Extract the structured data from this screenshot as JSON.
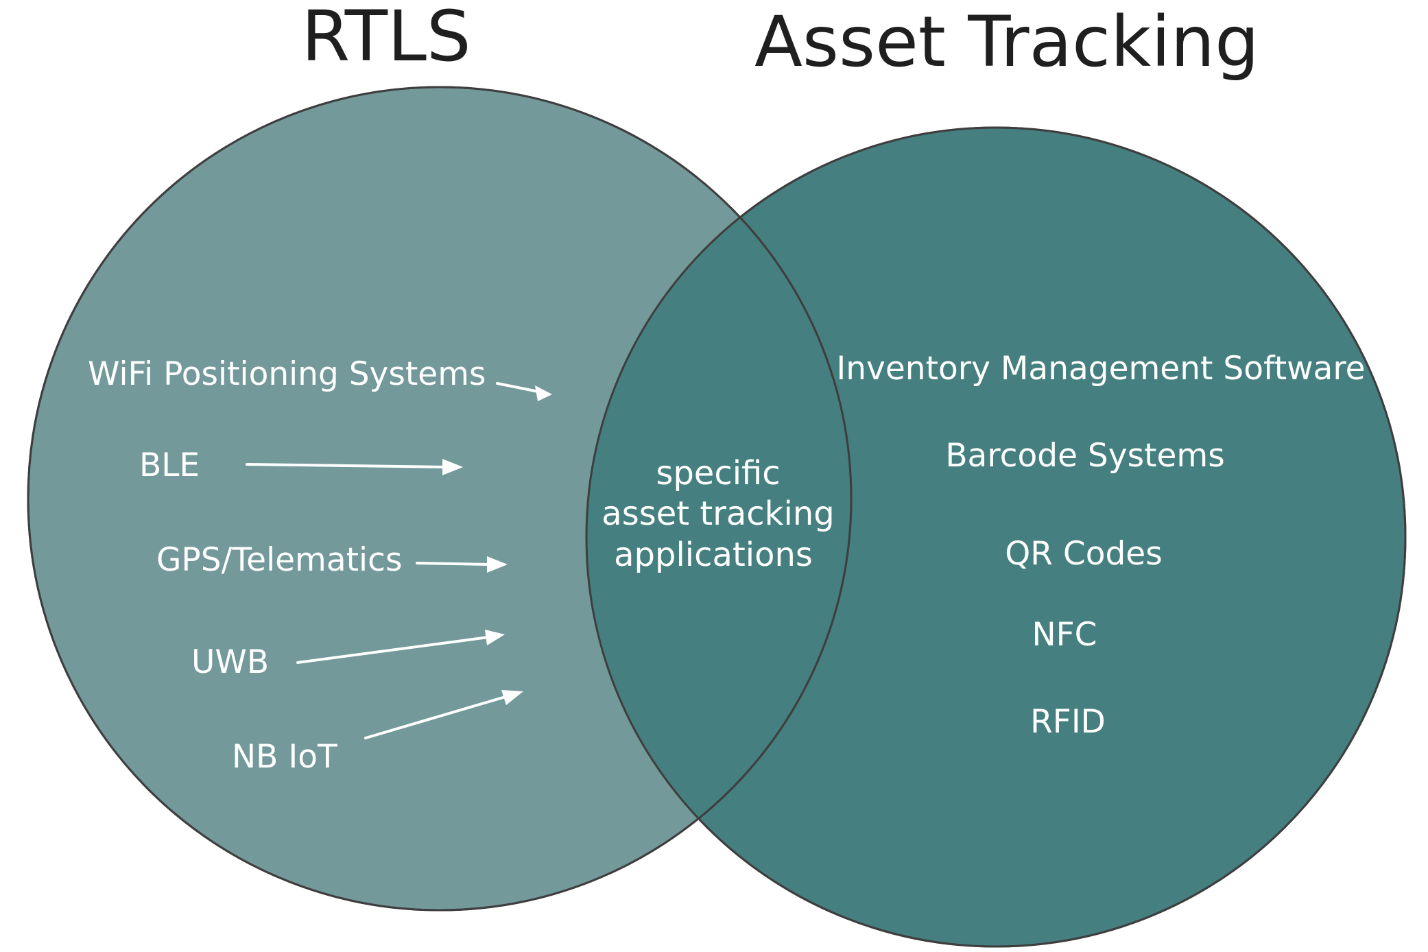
{
  "colors": {
    "rtls_fill": "#74999b",
    "asset_tracking_fill": "#467f80",
    "overlap_fill": "#467f80",
    "outline": "#3e3e3e",
    "title_text": "#1f1f1f",
    "item_text": "#ffffff",
    "background": "#ffffff"
  },
  "left_set": {
    "title": "RTLS",
    "items": [
      "WiFi Positioning Systems",
      "BLE",
      "GPS/Telematics",
      "UWB",
      "NB IoT"
    ]
  },
  "right_set": {
    "title": "Asset Tracking",
    "items": [
      "Inventory Management Software",
      "Barcode Systems",
      "QR Codes",
      "NFC",
      "RFID"
    ]
  },
  "intersection": {
    "lines": [
      "specific",
      "asset tracking",
      "applications"
    ]
  }
}
